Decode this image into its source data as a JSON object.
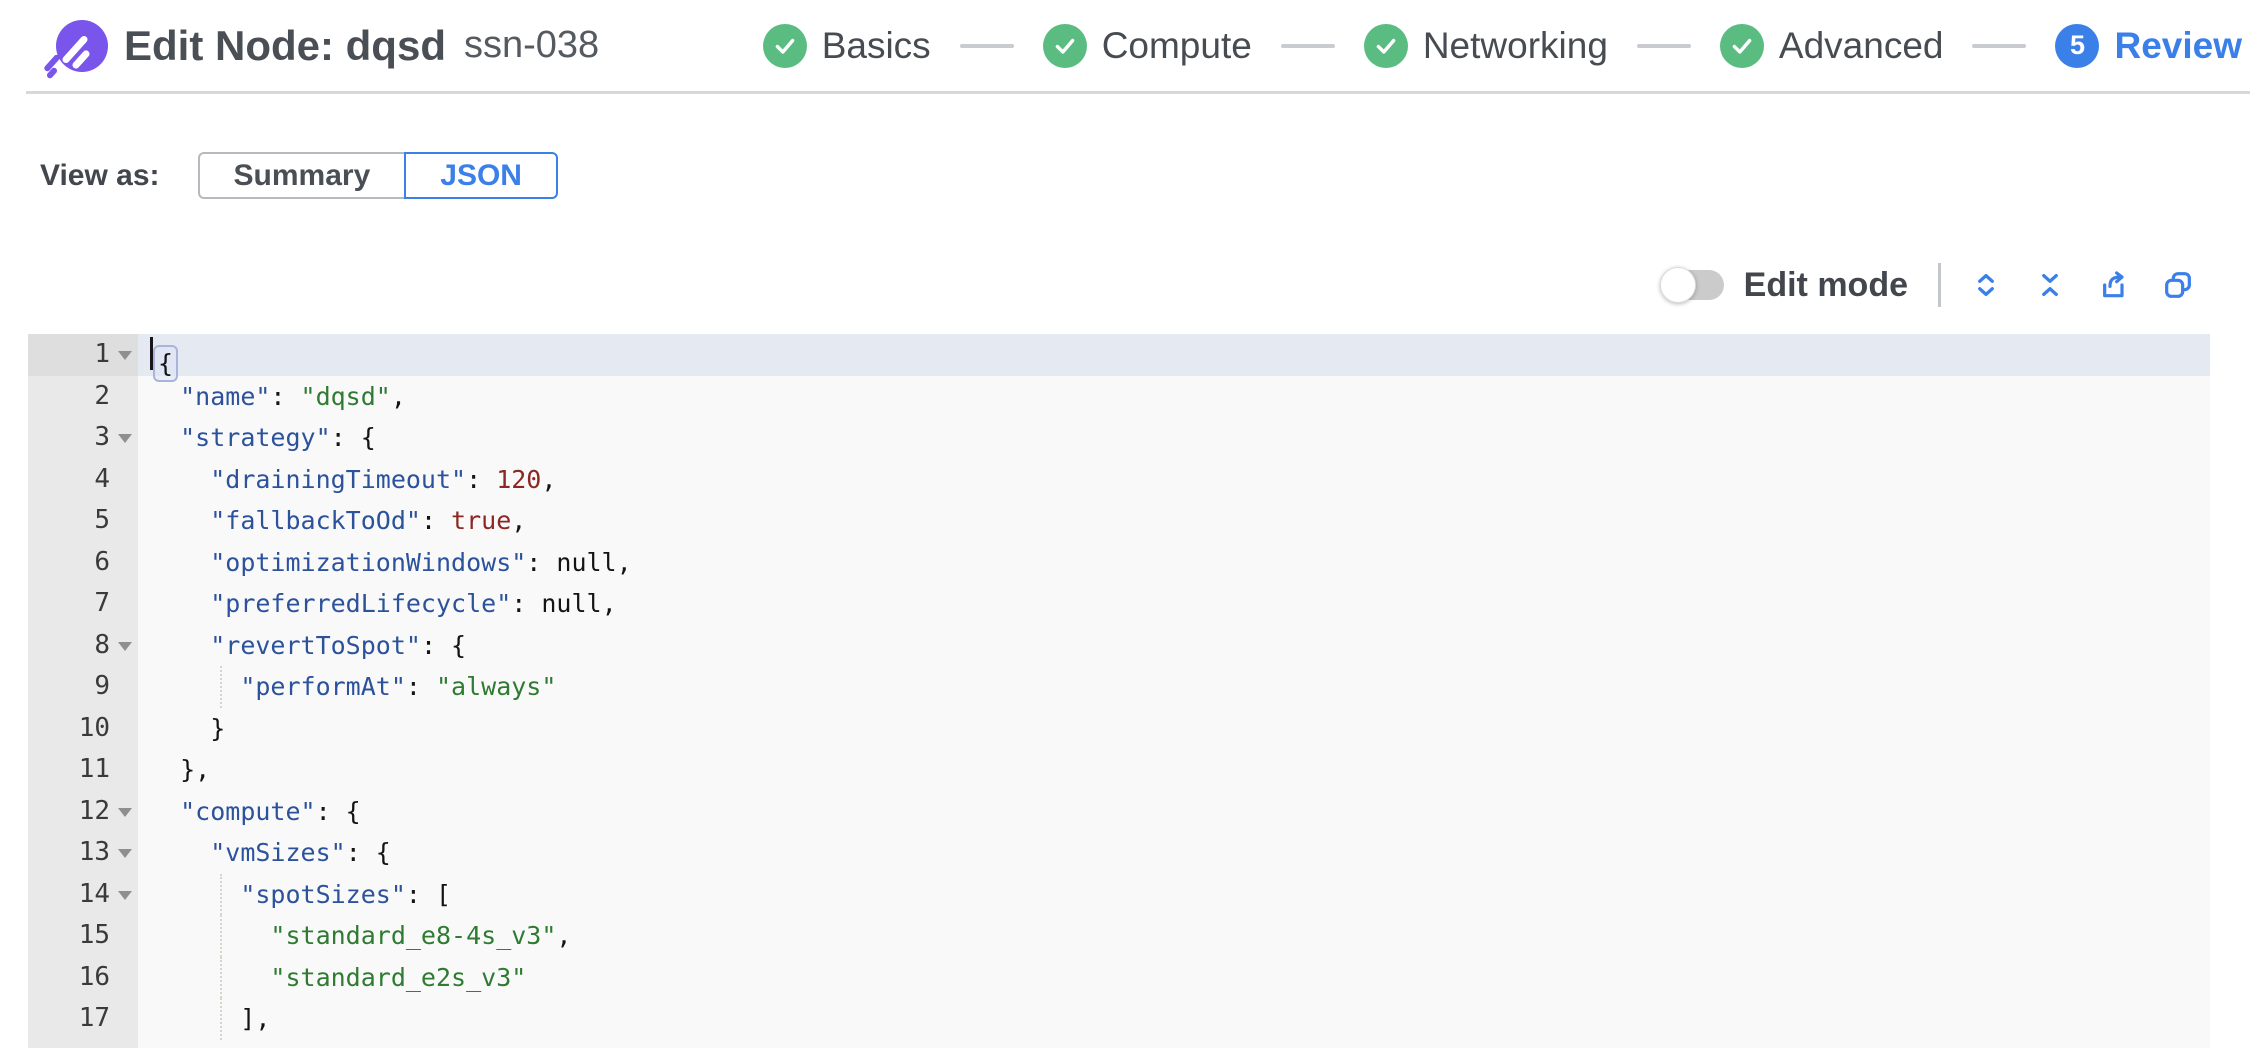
{
  "palette": {
    "brand_purple": "#7a55ec",
    "step_done_green": "#5abc81",
    "accent_blue": "#3b7fe8"
  },
  "header": {
    "title": "Edit Node: dqsd",
    "subtitle": "ssn-038"
  },
  "stepper": {
    "steps": [
      {
        "label": "Basics",
        "state": "done"
      },
      {
        "label": "Compute",
        "state": "done"
      },
      {
        "label": "Networking",
        "state": "done"
      },
      {
        "label": "Advanced",
        "state": "done"
      },
      {
        "label": "Review",
        "state": "active",
        "number": "5"
      }
    ]
  },
  "view_as": {
    "label": "View as:",
    "options": [
      {
        "label": "Summary",
        "selected": false
      },
      {
        "label": "JSON",
        "selected": true
      }
    ]
  },
  "toolbar": {
    "edit_mode_label": "Edit mode",
    "edit_mode_on": false,
    "icons": [
      "unfold-icon",
      "fold-icon",
      "export-icon",
      "copy-icon"
    ]
  },
  "editor": {
    "active_line": 1,
    "lines": [
      {
        "n": 1,
        "fold": true,
        "cursor": true,
        "hl_first": true,
        "tokens": [
          [
            "p",
            "{"
          ]
        ]
      },
      {
        "n": 2,
        "tokens": [
          [
            "p",
            "  "
          ],
          [
            "k",
            "\"name\""
          ],
          [
            "p",
            ": "
          ],
          [
            "s",
            "\"dqsd\""
          ],
          [
            "p",
            ","
          ]
        ]
      },
      {
        "n": 3,
        "fold": true,
        "tokens": [
          [
            "p",
            "  "
          ],
          [
            "k",
            "\"strategy\""
          ],
          [
            "p",
            ": {"
          ]
        ]
      },
      {
        "n": 4,
        "tokens": [
          [
            "p",
            "    "
          ],
          [
            "k",
            "\"drainingTimeout\""
          ],
          [
            "p",
            ": "
          ],
          [
            "n",
            "120"
          ],
          [
            "p",
            ","
          ]
        ]
      },
      {
        "n": 5,
        "tokens": [
          [
            "p",
            "    "
          ],
          [
            "k",
            "\"fallbackToOd\""
          ],
          [
            "p",
            ": "
          ],
          [
            "b",
            "true"
          ],
          [
            "p",
            ","
          ]
        ]
      },
      {
        "n": 6,
        "tokens": [
          [
            "p",
            "    "
          ],
          [
            "k",
            "\"optimizationWindows\""
          ],
          [
            "p",
            ": "
          ],
          [
            "u",
            "null"
          ],
          [
            "p",
            ","
          ]
        ]
      },
      {
        "n": 7,
        "tokens": [
          [
            "p",
            "    "
          ],
          [
            "k",
            "\"preferredLifecycle\""
          ],
          [
            "p",
            ": "
          ],
          [
            "u",
            "null"
          ],
          [
            "p",
            ","
          ]
        ]
      },
      {
        "n": 8,
        "fold": true,
        "tokens": [
          [
            "p",
            "    "
          ],
          [
            "k",
            "\"revertToSpot\""
          ],
          [
            "p",
            ": {"
          ]
        ]
      },
      {
        "n": 9,
        "guide": true,
        "tokens": [
          [
            "p",
            "      "
          ],
          [
            "k",
            "\"performAt\""
          ],
          [
            "p",
            ": "
          ],
          [
            "s",
            "\"always\""
          ]
        ]
      },
      {
        "n": 10,
        "tokens": [
          [
            "p",
            "    }"
          ]
        ]
      },
      {
        "n": 11,
        "tokens": [
          [
            "p",
            "  },"
          ]
        ]
      },
      {
        "n": 12,
        "fold": true,
        "tokens": [
          [
            "p",
            "  "
          ],
          [
            "k",
            "\"compute\""
          ],
          [
            "p",
            ": {"
          ]
        ]
      },
      {
        "n": 13,
        "fold": true,
        "tokens": [
          [
            "p",
            "    "
          ],
          [
            "k",
            "\"vmSizes\""
          ],
          [
            "p",
            ": {"
          ]
        ]
      },
      {
        "n": 14,
        "fold": true,
        "guide": true,
        "tokens": [
          [
            "p",
            "      "
          ],
          [
            "k",
            "\"spotSizes\""
          ],
          [
            "p",
            ": ["
          ]
        ]
      },
      {
        "n": 15,
        "guide": true,
        "tokens": [
          [
            "p",
            "        "
          ],
          [
            "s",
            "\"standard_e8-4s_v3\""
          ],
          [
            "p",
            ","
          ]
        ]
      },
      {
        "n": 16,
        "guide": true,
        "tokens": [
          [
            "p",
            "        "
          ],
          [
            "s",
            "\"standard_e2s_v3\""
          ]
        ]
      },
      {
        "n": 17,
        "guide": true,
        "tokens": [
          [
            "p",
            "      ],"
          ]
        ]
      }
    ]
  }
}
